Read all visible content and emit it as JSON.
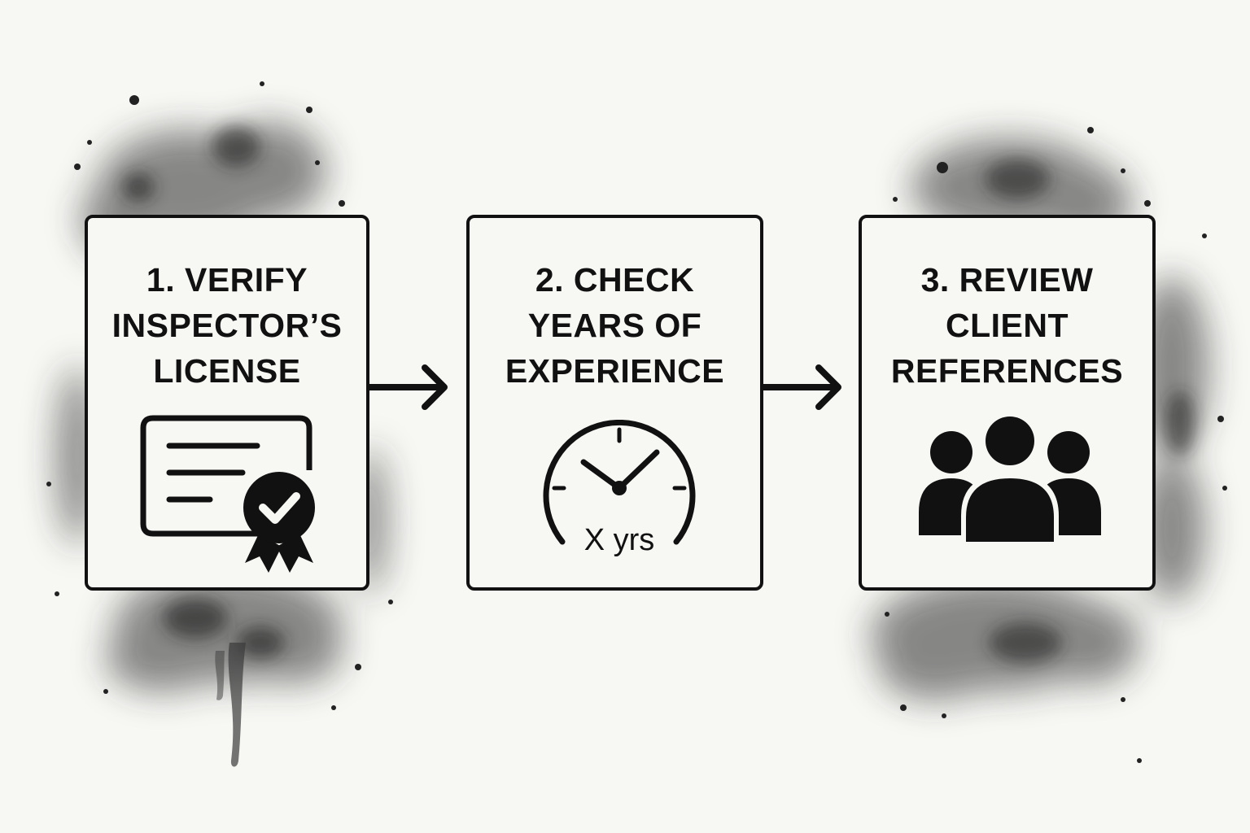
{
  "steps": [
    {
      "title_lines": [
        "1. VERIFY",
        "INSPECTOR’S",
        "LICENSE"
      ],
      "icon": "certificate-badge-icon"
    },
    {
      "title_lines": [
        "2. CHECK",
        "YEARS OF",
        "EXPERIENCE"
      ],
      "icon": "clock-gauge-icon",
      "icon_text": "X yrs"
    },
    {
      "title_lines": [
        "3. REVIEW",
        "CLIENT",
        "REFERENCES"
      ],
      "icon": "people-group-icon"
    }
  ],
  "connectors": [
    "arrow-right-icon",
    "arrow-right-icon"
  ],
  "colors": {
    "ink": "#111111",
    "paper": "#f7f7f4",
    "splatter": "#2a2a2a"
  }
}
